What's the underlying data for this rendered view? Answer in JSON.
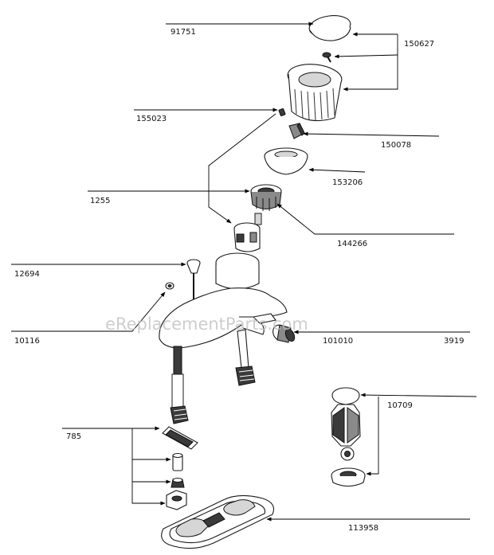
{
  "watermark": "eReplacementParts.com",
  "part_labels": {
    "p91751": "91751",
    "p150627": "150627",
    "p155023": "155023",
    "p150078": "150078",
    "p153206": "153206",
    "p1255": "1255",
    "p144266": "144266",
    "p12694": "12694",
    "p10116": "10116",
    "p101010": "101010",
    "p3919": "3919",
    "p10709": "10709",
    "p785": "785",
    "p113958": "113958"
  }
}
